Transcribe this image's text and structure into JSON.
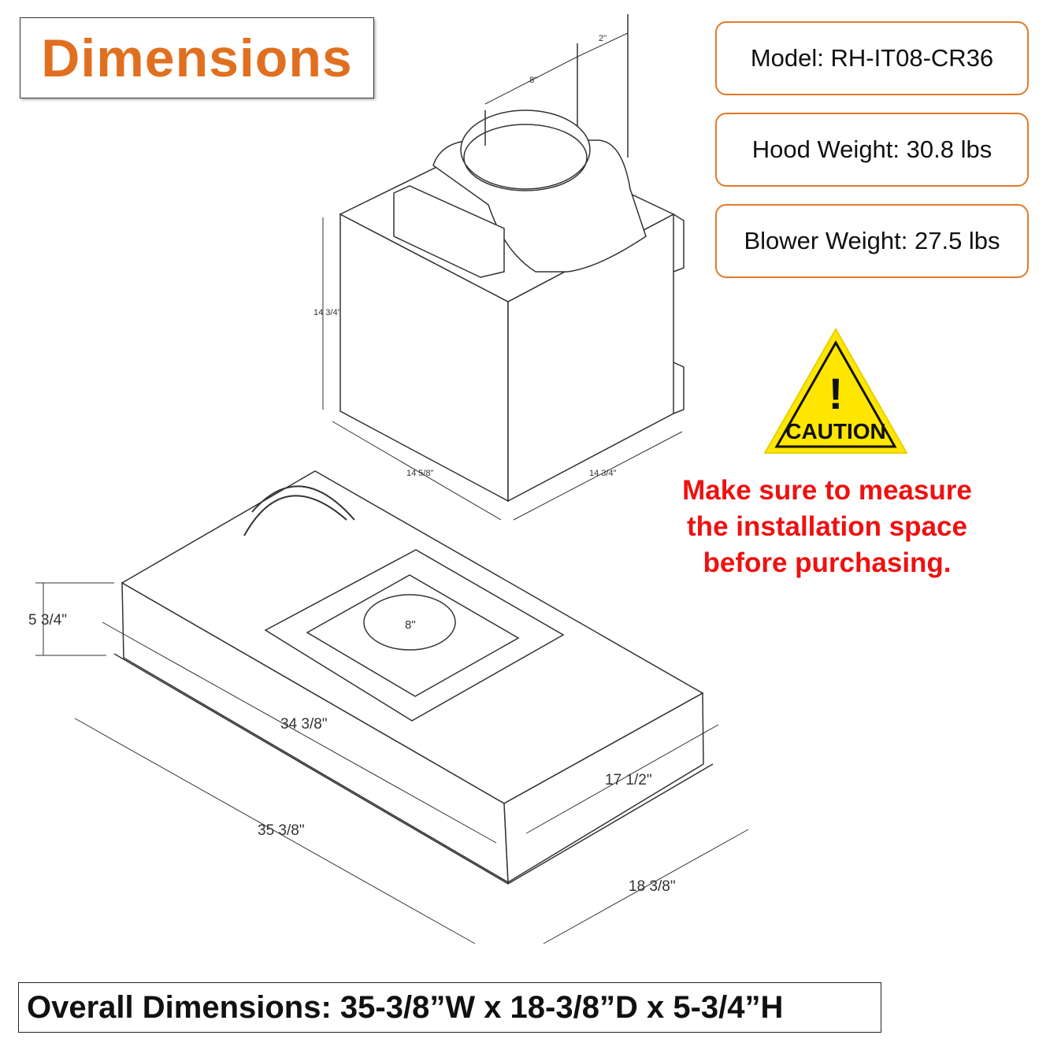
{
  "title": "Dimensions",
  "specs": {
    "model": "Model: RH-IT08-CR36",
    "hood_weight": "Hood Weight: 30.8 lbs",
    "blower_weight": "Blower Weight: 27.5 lbs"
  },
  "caution": {
    "icon": "caution-triangle-icon",
    "label": "CAUTION",
    "mark": "!",
    "message_lines": [
      "Make sure to measure",
      "the installation space",
      "before purchasing."
    ]
  },
  "blower_dims": {
    "top_offset": "2\"",
    "duct": "8\"",
    "height": "14 3/4\"",
    "width": "14 5/8\"",
    "depth": "14 3/4\""
  },
  "hood_dims": {
    "height": "5 3/4\"",
    "inner_width": "34 3/8\"",
    "outer_width": "35 3/8\"",
    "inner_depth": "17 1/2\"",
    "outer_depth": "18 3/8\"",
    "duct": "8\""
  },
  "overall": "Overall Dimensions: 35-3/8”W x 18-3/8”D x 5-3/4”H",
  "colors": {
    "accent": "#e07020",
    "warning": "#ee1111",
    "caution_yellow": "#ffe600"
  }
}
